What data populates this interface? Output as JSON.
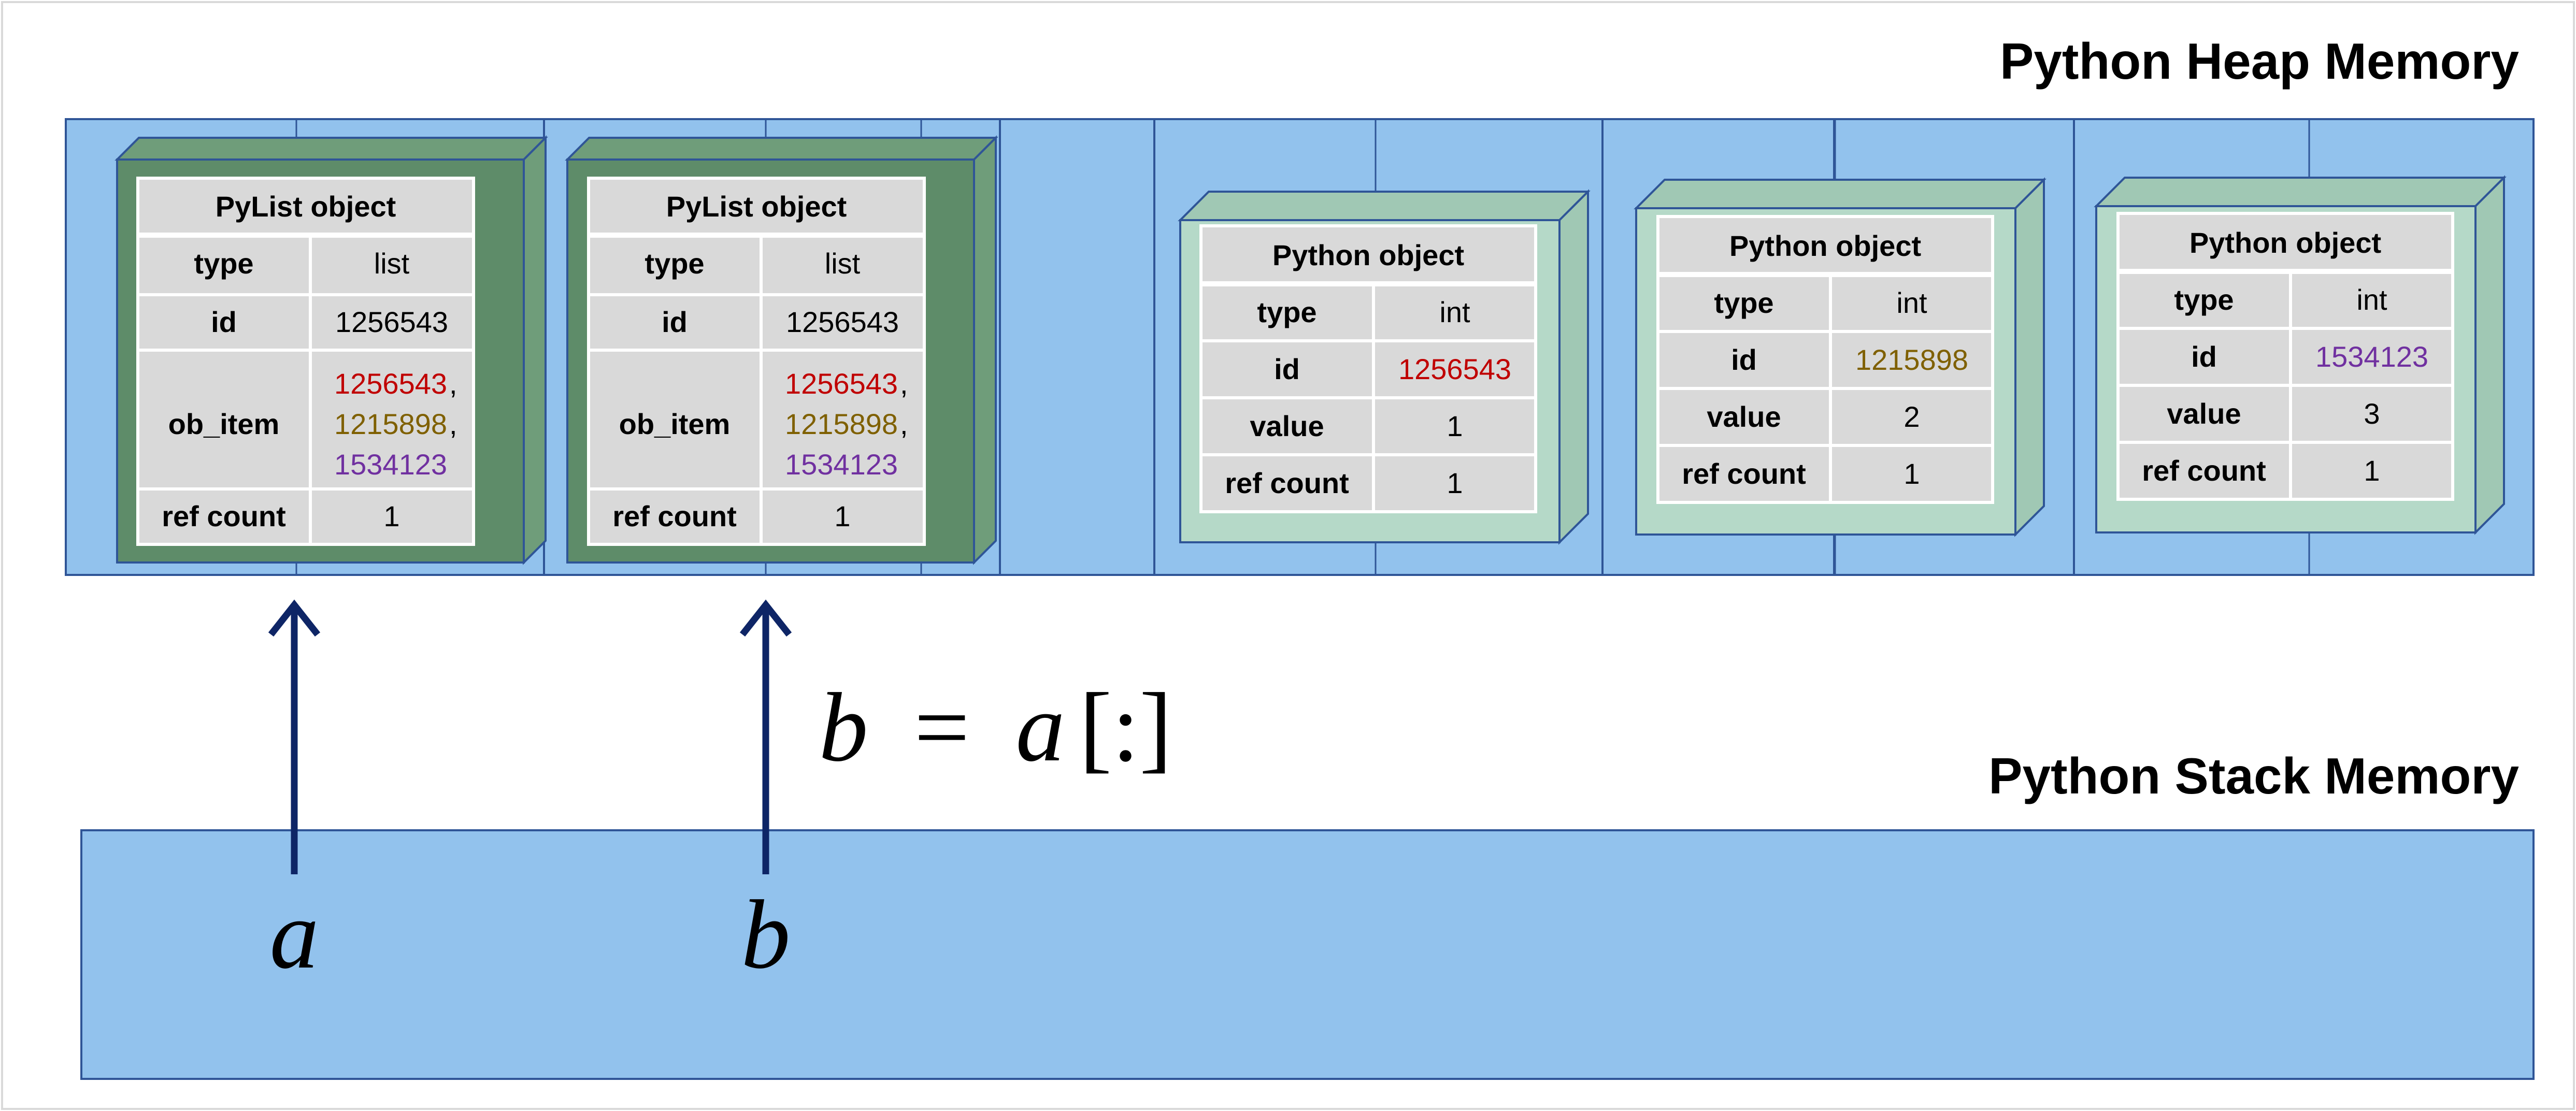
{
  "colors": {
    "region_fill": "#92c2ed",
    "region_stroke": "#2f5597",
    "pylist_box": "#5e8c69",
    "pyobject_box": "#b5d9c8",
    "table_fill": "#d9d9d9",
    "arrow": "#0e2566",
    "id_one": "#c00000",
    "id_two": "#7f6000",
    "id_three": "#7030a0"
  },
  "heap": {
    "title": "Python Heap Memory",
    "pylists": [
      {
        "header": "PyList object",
        "rows": [
          {
            "label": "type",
            "value": "list"
          },
          {
            "label": "id",
            "value": "1256543"
          },
          {
            "label": "ob_item",
            "items": [
              "1256543",
              "1215898",
              "1534123"
            ]
          },
          {
            "label": "ref count",
            "value": "1"
          }
        ]
      },
      {
        "header": "PyList object",
        "rows": [
          {
            "label": "type",
            "value": "list"
          },
          {
            "label": "id",
            "value": "1256543"
          },
          {
            "label": "ob_item",
            "items": [
              "1256543",
              "1215898",
              "1534123"
            ]
          },
          {
            "label": "ref count",
            "value": "1"
          }
        ]
      }
    ],
    "pyobjects": [
      {
        "header": "Python object",
        "rows": [
          {
            "label": "type",
            "value": "int"
          },
          {
            "label": "id",
            "value": "1256543"
          },
          {
            "label": "value",
            "value": "1"
          },
          {
            "label": "ref count",
            "value": "1"
          }
        ]
      },
      {
        "header": "Python object",
        "rows": [
          {
            "label": "type",
            "value": "int"
          },
          {
            "label": "id",
            "value": "1215898"
          },
          {
            "label": "value",
            "value": "2"
          },
          {
            "label": "ref count",
            "value": "1"
          }
        ]
      },
      {
        "header": "Python object",
        "rows": [
          {
            "label": "type",
            "value": "int"
          },
          {
            "label": "id",
            "value": "1534123"
          },
          {
            "label": "value",
            "value": "3"
          },
          {
            "label": "ref count",
            "value": "1"
          }
        ]
      }
    ]
  },
  "stack": {
    "title": "Python Stack Memory",
    "variables": [
      "a",
      "b"
    ]
  },
  "equation": {
    "lhs": "b",
    "eq": "=",
    "rhs_var": "a",
    "slice": "[:]"
  }
}
